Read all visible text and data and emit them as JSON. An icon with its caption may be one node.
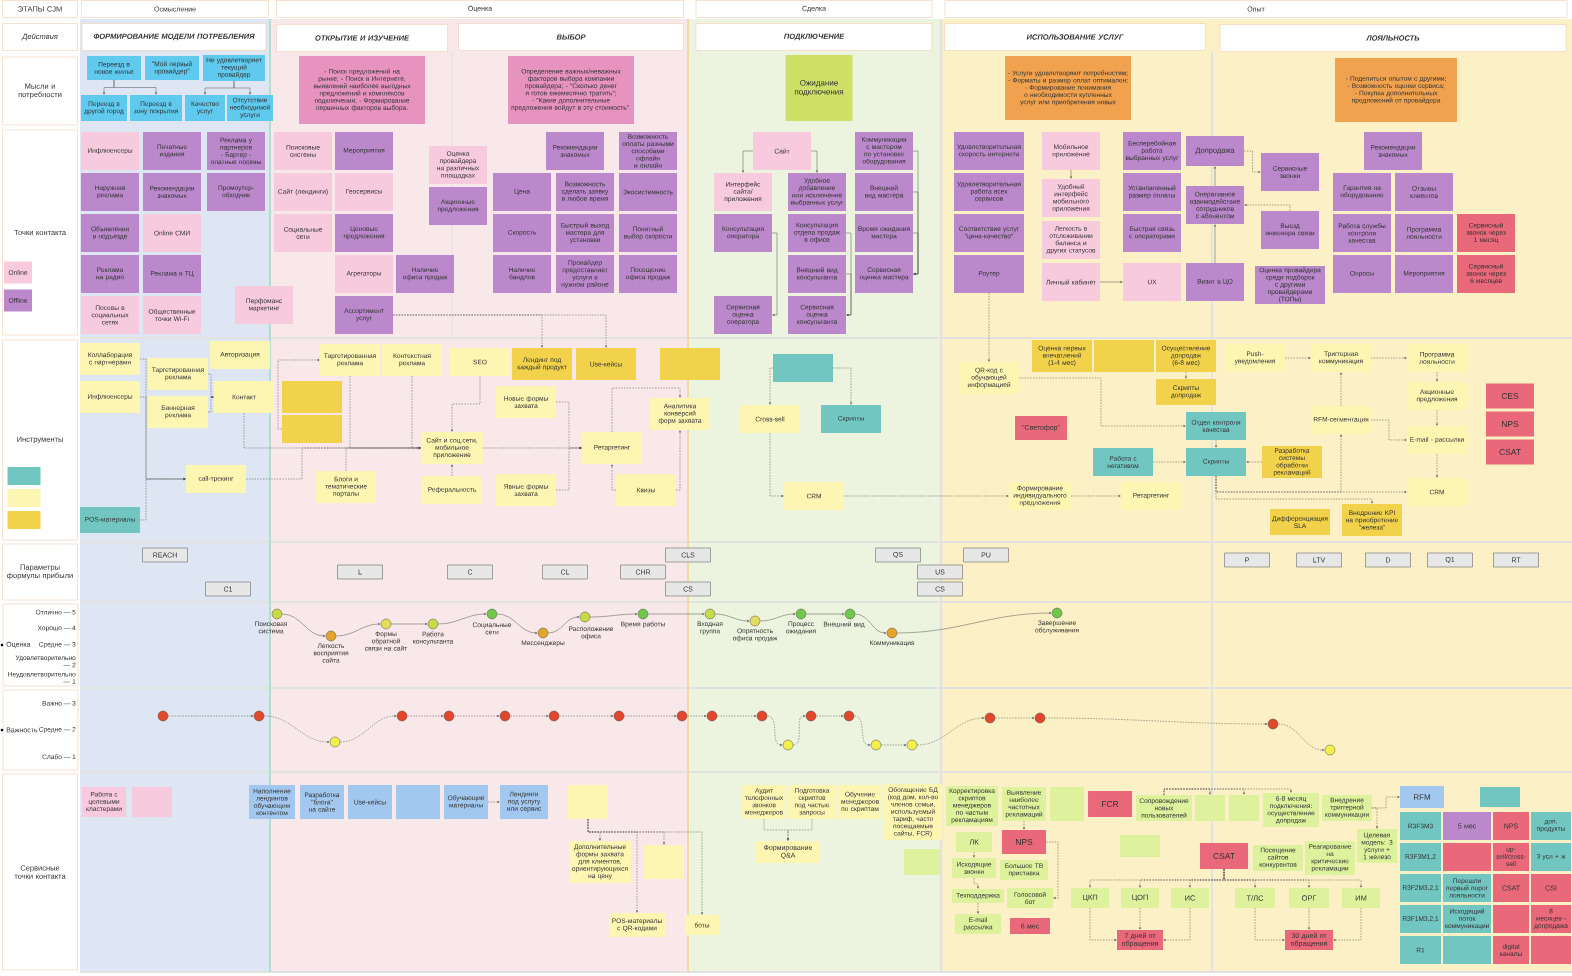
{
  "diagram": {
    "nodes": [
      {
        "text": [
          "ЭТАПЫ CJM"
        ]
      },
      {
        "text": [
          "Осмысление"
        ]
      },
      {
        "text": [
          "Оценка"
        ]
      },
      {
        "text": [
          "Сделка"
        ]
      },
      {
        "text": [
          "Опыт"
        ]
      },
      {
        "text": [
          "Действия"
        ]
      },
      {
        "text": [
          "ФОРМИРОВАНИЕ МОДЕЛИ ПОТРЕБЛЕНИЯ"
        ]
      },
      {
        "text": [
          "ОТКРЫТИЕ И ИЗУЧЕНИЕ"
        ]
      },
      {
        "text": [
          "ВЫБОР"
        ]
      },
      {
        "text": [
          "ПОДКЛЮЧЕНИЕ"
        ]
      },
      {
        "text": [
          "ИСПОЛЬЗОВАНИЕ УСЛУГ"
        ]
      },
      {
        "text": [
          "ЛОЯЛЬНОСТЬ"
        ]
      },
      {
        "text": [
          "Мысли и потребности"
        ]
      },
      {
        "text": [
          "Точки контакта"
        ]
      },
      {
        "text": [
          "Online"
        ],
        "in": 13
      },
      {
        "text": [
          "Offline"
        ],
        "in": 13
      },
      {
        "text": [
          "Инструменты"
        ]
      },
      {
        "text": [],
        "shape": "box",
        "in": 16
      },
      {
        "text": [],
        "shape": "box",
        "in": 16
      },
      {
        "text": [],
        "shape": "box",
        "in": 16
      },
      {
        "text": [
          "Параметры формулы прибыли"
        ]
      },
      {
        "text": [
          "Оценка",
          "Отлично — 5",
          "Хорошо — 4",
          "Средне — 3",
          "Удовлетворительно — 2",
          "Неудовлетворительно — 1"
        ]
      },
      {
        "text": [
          "Важность",
          "Важно — 3",
          "Средне — 2",
          "Слабо — 1"
        ]
      },
      {
        "text": [
          "Сервисные точки контакта"
        ]
      },
      {
        "text": [
          "Переезд в новое жилье"
        ]
      },
      {
        "text": [
          "\"Мой первый провайдер\""
        ]
      },
      {
        "text": [
          "Не удовлетворяет текущий провайдер"
        ]
      },
      {
        "text": [
          "Переезд в другой город"
        ]
      },
      {
        "text": [
          "Переезд в зону покрытия"
        ]
      },
      {
        "text": [
          "Качество услуг"
        ]
      },
      {
        "text": [
          "Отсутствие необходимой услуги"
        ]
      },
      {
        "text": [
          "- Поиск предложений на рынке; - Поиск в Интернете, выявлений наиболее выгодных предложений и комплексов подключения; - Формирование первичных факторов выбора."
        ]
      },
      {
        "text": [
          "Определение важных/неважных факторов выбора компании провайдера; - \"Сколько денег я готов ежемесячно тратить\"; - \"Какие дополнительные предложения войдут в эту стоимость\"."
        ]
      },
      {
        "text": [
          "Ожидание подключения"
        ]
      },
      {
        "text": [
          "- Услуги удовлетворяют потребностям; - Форматы и размер оплат оптимален; - Формирование понимания о необходимости купленных услуг или приобретения новых"
        ]
      },
      {
        "text": [
          "- Поделиться опытом с другими; - Возможность оценки сервиса; - Покупка дополнительных предложений от провайдера"
        ]
      },
      {
        "text": [
          "Инфлюенсеры"
        ]
      },
      {
        "text": [
          "Печатные издания"
        ]
      },
      {
        "text": [
          "Реклама у партнеров - Бартер - платные посевы"
        ]
      },
      {
        "text": [
          "Наружная реклама"
        ]
      },
      {
        "text": [
          "Рекомендации знакомых"
        ]
      },
      {
        "text": [
          "Промоутер-обходчик"
        ]
      },
      {
        "text": [
          "Объявления в подъезде"
        ]
      },
      {
        "text": [
          "Online СМИ"
        ]
      },
      {
        "text": [
          "Реклама на радио"
        ]
      },
      {
        "text": [
          "Реклама в ТЦ"
        ]
      },
      {
        "text": [
          "Посевы в социальных сетях"
        ]
      },
      {
        "text": [
          "Общественные точки Wi-Fi"
        ]
      },
      {
        "text": [
          "Перфоманс маркетинг"
        ]
      },
      {
        "text": [
          "Поисковые системы"
        ]
      },
      {
        "text": [
          "Мероприятия"
        ]
      },
      {
        "text": [
          "Сайт (лендинги)"
        ]
      },
      {
        "text": [
          "Геосервисы"
        ]
      },
      {
        "text": [
          "Социальные сети"
        ]
      },
      {
        "text": [
          "Ценовые предложения"
        ]
      },
      {
        "text": [
          "Агрегаторы"
        ]
      },
      {
        "text": [
          "Наличие офиса продаж"
        ]
      },
      {
        "text": [
          "Ассортимент услуг"
        ]
      },
      {
        "text": [
          "Оценка провайдера на различных площадках"
        ]
      },
      {
        "text": [
          "Акционные предложения"
        ]
      },
      {
        "text": [
          "Рекомендации знакомых"
        ]
      },
      {
        "text": [
          "Цена"
        ]
      },
      {
        "text": [
          "Скорость"
        ]
      },
      {
        "text": [
          "Наличие бандлов"
        ]
      },
      {
        "text": [
          "Возможность сделать заявку в любое время"
        ]
      },
      {
        "text": [
          "Быстрый выход мастера для установки"
        ]
      },
      {
        "text": [
          "Провайдер предоставляет услуги в нужном районе"
        ]
      },
      {
        "text": [
          "Возможность оплаты разными способами офлайн и онлайн"
        ]
      },
      {
        "text": [
          "Экосистемность"
        ]
      },
      {
        "text": [
          "Понятный выбор скорости"
        ]
      },
      {
        "text": [
          "Посещение офиса продаж"
        ]
      },
      {
        "text": [
          "Сайт"
        ]
      },
      {
        "text": [
          "Интерфейс сайта/ приложения"
        ]
      },
      {
        "text": [
          "Удобное добавление или исключение выбранных услуг"
        ]
      },
      {
        "text": [
          "Консультация оператора"
        ]
      },
      {
        "text": [
          "Консультация отдела продаж в офисе"
        ]
      },
      {
        "text": [
          "Внешний вид консультанта"
        ]
      },
      {
        "text": [
          "Сервисная оценка оператора"
        ]
      },
      {
        "text": [
          "Сервисная оценка консультанта"
        ]
      },
      {
        "text": [
          "Коммуникация с мастером по установке оборудования"
        ]
      },
      {
        "text": [
          "Внешний вид мастера"
        ]
      },
      {
        "text": [
          "Время ожидания мастера"
        ]
      },
      {
        "text": [
          "Сервисная оценка мастера"
        ]
      },
      {
        "text": [
          "Удовлетворительная скорость интернета"
        ]
      },
      {
        "text": [
          "Удовлетворительная работа всех сервисов"
        ]
      },
      {
        "text": [
          "Соответствие услуг \"цена-качество\""
        ]
      },
      {
        "text": [
          "Роутер"
        ]
      },
      {
        "text": [
          "Мобильное приложение"
        ]
      },
      {
        "text": [
          "Удобный интерфейс мобильного приложения"
        ]
      },
      {
        "text": [
          "Легкость в отслеживании баланса и других статусов"
        ]
      },
      {
        "text": [
          "Личный кабинет"
        ]
      },
      {
        "text": [
          "Бесперебойная работа выбранных услуг"
        ]
      },
      {
        "text": [
          "Установленный размер оплаты"
        ]
      },
      {
        "text": [
          "Быстрая связь с операторами"
        ]
      },
      {
        "text": [
          "UX"
        ]
      },
      {
        "text": [
          "Допродажа"
        ]
      },
      {
        "text": [
          "Оперативное взаимодействие сотрудников с абонентом"
        ]
      },
      {
        "text": [
          "Визит в ЦО"
        ]
      },
      {
        "text": [
          "Сервисные звонки"
        ]
      },
      {
        "text": [
          "Выезд инженера связи"
        ]
      },
      {
        "text": [
          "Оценка провайдера среди подборок с другими провайдерами (ТОПы)"
        ]
      },
      {
        "text": [
          "Рекомендации знакомых"
        ]
      },
      {
        "text": [
          "Гарантия на оборудование"
        ]
      },
      {
        "text": [
          "Отзывы клиентов"
        ]
      },
      {
        "text": [
          "Работа службы контроля качества"
        ]
      },
      {
        "text": [
          "Программа лояльности"
        ]
      },
      {
        "text": [
          "Опросы"
        ]
      },
      {
        "text": [
          "Мероприятия"
        ]
      },
      {
        "text": [
          "Сервисный звонок через 1 месяц"
        ]
      },
      {
        "text": [
          "Сервисный звонок через 6 месяцев"
        ]
      },
      {
        "text": [
          "Коллаборация с партнерами"
        ]
      },
      {
        "text": [
          "Инфлюенсеры"
        ]
      },
      {
        "text": [
          "POS-материалы"
        ]
      },
      {
        "text": [
          "Таргетированная реклама"
        ]
      },
      {
        "text": [
          "Баннерная реклама"
        ]
      },
      {
        "text": [
          "Авторизация"
        ]
      },
      {
        "text": [
          "Контакт"
        ]
      },
      {
        "text": [
          "call-трекинг"
        ]
      },
      {
        "text": [],
        "shape": "box"
      },
      {
        "text": [],
        "shape": "box"
      },
      {
        "text": [
          "Таргетированная реклама"
        ]
      },
      {
        "text": [
          "Контекстная реклама"
        ]
      },
      {
        "text": [
          "SEO"
        ]
      },
      {
        "text": [
          "Сайт и соц.сети, мобильное приложение"
        ]
      },
      {
        "text": [
          "Блоги и тематические порталы"
        ]
      },
      {
        "text": [
          "Реферальность"
        ]
      },
      {
        "text": [
          "Лендинг под каждый продукт"
        ]
      },
      {
        "text": [
          "Use-кейсы"
        ]
      },
      {
        "text": [],
        "shape": "box"
      },
      {
        "text": [
          "Новые формы захвата"
        ]
      },
      {
        "text": [
          "Явные формы захвата"
        ]
      },
      {
        "text": [
          "Ретаргетинг"
        ]
      },
      {
        "text": [
          "Аналитика конверсий форм захвата"
        ]
      },
      {
        "text": [
          "Квизы"
        ]
      },
      {
        "text": [],
        "shape": "box"
      },
      {
        "text": [
          "Cross-sell"
        ]
      },
      {
        "text": [
          "Скрипты"
        ]
      },
      {
        "text": [
          "CRM"
        ]
      },
      {
        "text": [
          "QR-код с обучающей информацией"
        ]
      },
      {
        "text": [
          "Оценка первых впечатлений (1-4 мес)"
        ]
      },
      {
        "text": [],
        "shape": "box"
      },
      {
        "text": [
          "Осуществление допродаж (6-8 мес)"
        ]
      },
      {
        "text": [
          "Скрипты допродаж"
        ]
      },
      {
        "text": [
          "\"Светофор\""
        ]
      },
      {
        "text": [
          "Отдел контроля качества"
        ]
      },
      {
        "text": [
          "Работа с негативом"
        ]
      },
      {
        "text": [
          "Скрипты"
        ]
      },
      {
        "text": [
          "Разработка системы обработки рекламаций"
        ]
      },
      {
        "text": [
          "Формирование индивидуального предложения"
        ]
      },
      {
        "text": [
          "Ретаргетинг"
        ]
      },
      {
        "text": [
          "Дифференциация SLA"
        ]
      },
      {
        "text": [
          "Внедрение KPI на приобретение \"железа\""
        ]
      },
      {
        "text": [
          "Push-уведомления"
        ]
      },
      {
        "text": [
          "Триггерная коммуникация"
        ]
      },
      {
        "text": [
          "Программа лояльности"
        ]
      },
      {
        "text": [
          "Акционные предложения"
        ]
      },
      {
        "text": [
          "RFM-сегментация"
        ]
      },
      {
        "text": [
          "E-mail - рассылки"
        ]
      },
      {
        "text": [
          "CRM"
        ]
      },
      {
        "text": [
          "CES"
        ]
      },
      {
        "text": [
          "NPS"
        ]
      },
      {
        "text": [
          "CSAT"
        ]
      },
      {
        "text": [
          "REACH"
        ]
      },
      {
        "text": [
          "C1"
        ]
      },
      {
        "text": [
          "L"
        ]
      },
      {
        "text": [
          "C"
        ]
      },
      {
        "text": [
          "CL"
        ]
      },
      {
        "text": [
          "CHR"
        ]
      },
      {
        "text": [
          "CLS"
        ]
      },
      {
        "text": [
          "CS"
        ]
      },
      {
        "text": [
          "QS"
        ]
      },
      {
        "text": [
          "US"
        ]
      },
      {
        "text": [
          "CS"
        ]
      },
      {
        "text": [
          "PU"
        ]
      },
      {
        "text": [
          "P"
        ]
      },
      {
        "text": [
          "LTV"
        ]
      },
      {
        "text": [
          "D"
        ]
      },
      {
        "text": [
          "Q1"
        ]
      },
      {
        "text": [
          "RT"
        ]
      },
      {
        "text": [],
        "shape": "circle",
        "beside": [
          "Поисковая система"
        ]
      },
      {
        "text": [],
        "shape": "circle",
        "beside": [
          "Легкость восприятия сайта"
        ]
      },
      {
        "text": [],
        "shape": "circle",
        "beside": [
          "Формы обратной связи на сайт"
        ]
      },
      {
        "text": [],
        "shape": "circle",
        "beside": [
          "Работа консультанта"
        ]
      },
      {
        "text": [],
        "shape": "circle",
        "beside": [
          "Социальные сети"
        ]
      },
      {
        "text": [],
        "shape": "circle",
        "beside": [
          "Мессенджеры"
        ]
      },
      {
        "text": [],
        "shape": "circle",
        "beside": [
          "Расположение офиса"
        ]
      },
      {
        "text": [],
        "shape": "circle",
        "beside": [
          "Время работы"
        ]
      },
      {
        "text": [],
        "shape": "circle",
        "beside": [
          "Входная группа"
        ]
      },
      {
        "text": [],
        "shape": "circle",
        "beside": [
          "Опрятность офиса продаж"
        ]
      },
      {
        "text": [],
        "shape": "circle",
        "beside": [
          "Процесс ожидания"
        ]
      },
      {
        "text": [],
        "shape": "circle",
        "beside": [
          "Внешний вид"
        ]
      },
      {
        "text": [],
        "shape": "circle",
        "beside": [
          "Коммуникация"
        ]
      },
      {
        "text": [],
        "shape": "circle",
        "beside": [
          "Завершение обслуживания"
        ]
      },
      {
        "text": [],
        "shape": "circle"
      },
      {
        "text": [],
        "shape": "circle"
      },
      {
        "text": [],
        "shape": "circle"
      },
      {
        "text": [],
        "shape": "circle"
      },
      {
        "text": [],
        "shape": "circle"
      },
      {
        "text": [],
        "shape": "circle"
      },
      {
        "text": [],
        "shape": "circle"
      },
      {
        "text": [],
        "shape": "circle"
      },
      {
        "text": [],
        "shape": "circle"
      },
      {
        "text": [],
        "shape": "circle"
      },
      {
        "text": [],
        "shape": "circle"
      },
      {
        "text": [],
        "shape": "circle"
      },
      {
        "text": [],
        "shape": "circle"
      },
      {
        "text": [],
        "shape": "circle"
      },
      {
        "text": [],
        "shape": "circle"
      },
      {
        "text": [],
        "shape": "circle"
      },
      {
        "text": [],
        "shape": "circle"
      },
      {
        "text": [],
        "shape": "circle"
      },
      {
        "text": [],
        "shape": "circle"
      },
      {
        "text": [],
        "shape": "circle"
      },
      {
        "text": [
          "Работа с целевыми кластерами"
        ]
      },
      {
        "text": [],
        "shape": "box"
      },
      {
        "text": [
          "Наполнение лендингов обучающим контентом"
        ]
      },
      {
        "text": [
          "Разработка \"блога\" на сайте"
        ]
      },
      {
        "text": [
          "Use-кейсы"
        ]
      },
      {
        "text": [],
        "shape": "box"
      },
      {
        "text": [
          "Обучающие материалы"
        ]
      },
      {
        "text": [
          "Лендинги под услугу или сервис"
        ]
      },
      {
        "text": [],
        "shape": "box"
      },
      {
        "text": [
          "Дополнительные формы захвата для клиентов, ориентирующихся на цену"
        ]
      },
      {
        "text": [],
        "shape": "box"
      },
      {
        "text": [
          "POS-материалы с QR-кодами"
        ]
      },
      {
        "text": [
          "боты"
        ]
      },
      {
        "text": [
          "Аудит телефонных звонков менеджеров"
        ]
      },
      {
        "text": [
          "Подготовка скриптов под частые запросы"
        ]
      },
      {
        "text": [
          "Обучение менеджеров по скриптам"
        ]
      },
      {
        "text": [
          "Формирование Q&A"
        ]
      },
      {
        "text": [
          "Обогащение БД (код дом, кол-во членов семьи, используемый тариф, часто посещаемые сайты, FCR)"
        ]
      },
      {
        "text": [],
        "shape": "box"
      },
      {
        "text": [
          "Корректировка скриптов менеджеров по частым рекламациям"
        ]
      },
      {
        "text": [
          "Выявление наиболее частотных рекламаций"
        ]
      },
      {
        "text": [],
        "shape": "box"
      },
      {
        "text": [
          "FCR"
        ]
      },
      {
        "text": [
          "ЛК"
        ]
      },
      {
        "text": [
          "NPS"
        ]
      },
      {
        "text": [
          "Исходящие звонки"
        ]
      },
      {
        "text": [
          "Большое ТВ приставка"
        ]
      },
      {
        "text": [
          "Техподдержка"
        ]
      },
      {
        "text": [
          "Голосовой бот"
        ]
      },
      {
        "text": [
          "E-mail рассылка"
        ]
      },
      {
        "text": [
          "6 мес"
        ]
      },
      {
        "text": [
          "Сопровождение новых пользователей"
        ]
      },
      {
        "text": [],
        "shape": "box"
      },
      {
        "text": [],
        "shape": "box"
      },
      {
        "text": [
          "6-8 месяц подключения: осуществление допродаж"
        ]
      },
      {
        "text": [
          "Внедрение триггерной коммуникации"
        ]
      },
      {
        "text": [],
        "shape": "box"
      },
      {
        "text": [
          "CSAT"
        ]
      },
      {
        "text": [
          "Посещение сайтов конкурентов"
        ]
      },
      {
        "text": [
          "Реагирование на критические рекламации"
        ]
      },
      {
        "text": [
          "Целевая модель: 3 услуги + 1 железо"
        ]
      },
      {
        "text": [
          "ЦКП"
        ]
      },
      {
        "text": [
          "ЦОП"
        ]
      },
      {
        "text": [
          "ИС"
        ]
      },
      {
        "text": [
          "Т/ЛС"
        ]
      },
      {
        "text": [
          "ОРГ"
        ]
      },
      {
        "text": [
          "ИМ"
        ]
      },
      {
        "text": [
          "7 дней от обращения"
        ]
      },
      {
        "text": [
          "30 дней от обращения"
        ]
      },
      {
        "text": [
          "RFM"
        ]
      },
      {
        "text": [],
        "shape": "box"
      },
      {
        "text": [
          "R3F3M3"
        ]
      },
      {
        "text": [
          "5 мес"
        ]
      },
      {
        "text": [
          "NPS"
        ]
      },
      {
        "text": [
          "доп. продукты"
        ]
      },
      {
        "text": [
          "R3F3M1,2"
        ]
      },
      {
        "text": [],
        "shape": "box"
      },
      {
        "text": [
          "up-sell/cross-sell"
        ]
      },
      {
        "text": [
          "3 усл + ж"
        ]
      },
      {
        "text": [
          "R3F2M3,2,1"
        ]
      },
      {
        "text": [
          "Перешли первый порог лояльности"
        ]
      },
      {
        "text": [
          "CSAT"
        ]
      },
      {
        "text": [
          "CSI"
        ]
      },
      {
        "text": [
          "R3F1M3,2,1"
        ]
      },
      {
        "text": [
          "Исходящий поток коммуникации"
        ]
      },
      {
        "text": [],
        "shape": "box"
      },
      {
        "text": [
          "8 месяцев - допродажа"
        ]
      },
      {
        "text": [
          "R1"
        ]
      },
      {
        "text": [],
        "shape": "box"
      },
      {
        "text": [
          "digital каналы"
        ]
      },
      {
        "text": [],
        "shape": "box"
      }
    ],
    "edges": [
      {
        "from": 24,
        "to": 27,
        "arrow": "to"
      },
      {
        "from": 24,
        "to": 28,
        "arrow": "to"
      },
      {
        "from": 26,
        "to": 29,
        "arrow": "to"
      },
      {
        "from": 26,
        "to": 30,
        "arrow": "to"
      },
      {
        "from": 71,
        "to": 72,
        "arrow": "to"
      },
      {
        "from": 71,
        "to": 73,
        "arrow": "to"
      },
      {
        "from": 74,
        "to": 77,
        "arrow": "to"
      },
      {
        "from": 75,
        "to": 78,
        "arrow": "to"
      },
      {
        "from": 76,
        "to": 78,
        "arrow": "to"
      },
      {
        "from": 79,
        "to": 82,
        "arrow": "to"
      },
      {
        "from": 80,
        "to": 82,
        "arrow": "to"
      },
      {
        "from": 81,
        "to": 82,
        "arrow": "to"
      },
      {
        "from": 87,
        "to": 88,
        "arrow": "to"
      },
      {
        "from": 90,
        "to": 94,
        "arrow": "to"
      },
      {
        "from": 97,
        "to": 96,
        "arrow": "to"
      },
      {
        "from": 96,
        "to": 95,
        "arrow": "to"
      },
      {
        "from": 95,
        "to": 98,
        "arrow": "to",
        "style": "dashed"
      },
      {
        "from": 99,
        "to": 96,
        "arrow": "to",
        "style": "dashed"
      },
      {
        "from": 57,
        "to": 126,
        "arrow": "to",
        "style": "dashed"
      },
      {
        "from": 57,
        "to": 127,
        "arrow": "to",
        "style": "dashed"
      },
      {
        "from": 110,
        "to": 117,
        "arrow": "to",
        "style": "dashed"
      },
      {
        "from": 111,
        "to": 117,
        "arrow": "to",
        "style": "dashed"
      },
      {
        "from": 112,
        "to": 117,
        "arrow": "to",
        "style": "dashed"
      },
      {
        "from": 113,
        "to": 116,
        "arrow": "to",
        "style": "dashed"
      },
      {
        "from": 114,
        "to": 116,
        "arrow": "to",
        "style": "dashed"
      },
      {
        "from": 116,
        "to": 123,
        "arrow": "to",
        "style": "dashed"
      },
      {
        "from": 117,
        "to": 123,
        "arrow": "to",
        "style": "dashed"
      },
      {
        "from": 119,
        "to": 120,
        "arrow": "to",
        "style": "dashed"
      },
      {
        "from": 120,
        "to": 123,
        "arrow": "to",
        "style": "dashed"
      },
      {
        "from": 121,
        "to": 123,
        "arrow": "to",
        "style": "dashed"
      },
      {
        "from": 122,
        "to": 123,
        "arrow": "to",
        "style": "dashed"
      },
      {
        "from": 124,
        "to": 123,
        "arrow": "to",
        "style": "dashed"
      },
      {
        "from": 125,
        "to": 123,
        "arrow": "to",
        "style": "dashed"
      },
      {
        "from": 123,
        "to": 131,
        "arrow": "to",
        "style": "dashed"
      },
      {
        "from": 129,
        "to": 131,
        "arrow": "to",
        "style": "dashed"
      },
      {
        "from": 130,
        "to": 131,
        "arrow": "to",
        "style": "dashed"
      },
      {
        "from": 131,
        "to": 132,
        "arrow": "to",
        "style": "dashed"
      },
      {
        "from": 133,
        "to": 131,
        "arrow": "to",
        "style": "dashed"
      },
      {
        "from": 133,
        "to": 132,
        "arrow": "to",
        "style": "dashed"
      },
      {
        "from": 134,
        "to": 135,
        "arrow": "to",
        "style": "dashed"
      },
      {
        "from": 134,
        "to": 136,
        "arrow": "to",
        "style": "dashed"
      },
      {
        "from": 135,
        "to": 137,
        "arrow": "to",
        "style": "dashed"
      },
      {
        "from": 137,
        "to": 148,
        "arrow": "to",
        "style": "dashed"
      },
      {
        "from": 86,
        "to": 138,
        "arrow": "to",
        "style": "dashed"
      },
      {
        "from": 138,
        "to": 144,
        "arrow": "to",
        "style": "dashed"
      },
      {
        "from": 141,
        "to": 142,
        "arrow": "to",
        "style": "dashed"
      },
      {
        "from": 144,
        "to": 146,
        "arrow": "to",
        "style": "dashed"
      },
      {
        "from": 145,
        "to": 146,
        "arrow": "to",
        "style": "dashed"
      },
      {
        "from": 147,
        "to": 146,
        "arrow": "to",
        "style": "dashed"
      },
      {
        "from": 148,
        "to": 149,
        "arrow": "to",
        "style": "dashed"
      },
      {
        "from": 146,
        "to": 158,
        "arrow": "to",
        "style": "dashed"
      },
      {
        "from": 146,
        "to": 151,
        "arrow": "to",
        "style": "dashed"
      },
      {
        "from": 146,
        "to": 156,
        "arrow": "to",
        "style": "dashed"
      },
      {
        "from": 152,
        "to": 153,
        "arrow": "to",
        "style": "dashed"
      },
      {
        "from": 153,
        "to": 154,
        "arrow": "to",
        "style": "dashed"
      },
      {
        "from": 156,
        "to": 153,
        "arrow": "to",
        "style": "dashed"
      },
      {
        "from": 154,
        "to": 155,
        "arrow": "to",
        "style": "dashed"
      },
      {
        "from": 155,
        "to": 157,
        "arrow": "to",
        "style": "dashed"
      },
      {
        "from": 157,
        "to": 158,
        "arrow": "to",
        "style": "dashed"
      },
      {
        "from": 156,
        "to": 157,
        "arrow": "to",
        "style": "dashed"
      },
      {
        "from": 221,
        "to": 222,
        "arrow": "to",
        "style": "dashed"
      },
      {
        "from": 221,
        "to": 223,
        "arrow": "to",
        "style": "dashed"
      },
      {
        "from": 221,
        "to": 224,
        "arrow": "to",
        "style": "dashed"
      },
      {
        "from": 221,
        "to": 225,
        "arrow": "to",
        "style": "dashed"
      },
      {
        "from": 226,
        "to": 229,
        "arrow": "to",
        "style": "dashed"
      },
      {
        "from": 227,
        "to": 229,
        "arrow": "to",
        "style": "dashed"
      },
      {
        "from": 244,
        "to": 245,
        "arrow": "to",
        "style": "dashed"
      },
      {
        "from": 244,
        "to": 246,
        "arrow": "to",
        "style": "dashed"
      },
      {
        "from": 244,
        "to": 247,
        "arrow": "to",
        "style": "dashed"
      },
      {
        "from": 248,
        "to": 253,
        "arrow": "to",
        "style": "dashed"
      },
      {
        "from": 248,
        "to": 262,
        "arrow": "to",
        "style": "dashed"
      },
      {
        "from": 250,
        "to": 254,
        "arrow": "to",
        "style": "dashed"
      },
      {
        "from": 250,
        "to": 255,
        "arrow": "to",
        "style": "dashed"
      },
      {
        "from": 250,
        "to": 256,
        "arrow": "to",
        "style": "dashed"
      },
      {
        "from": 250,
        "to": 257,
        "arrow": "to",
        "style": "dashed"
      },
      {
        "from": 250,
        "to": 258,
        "arrow": "to",
        "style": "dashed"
      },
      {
        "from": 250,
        "to": 259,
        "arrow": "to",
        "style": "dashed"
      },
      {
        "from": 254,
        "to": 260,
        "arrow": "to",
        "style": "dashed"
      },
      {
        "from": 255,
        "to": 260,
        "arrow": "to",
        "style": "dashed"
      },
      {
        "from": 256,
        "to": 260,
        "arrow": "to",
        "style": "dashed"
      },
      {
        "from": 257,
        "to": 261,
        "arrow": "to",
        "style": "dashed"
      },
      {
        "from": 258,
        "to": 261,
        "arrow": "to",
        "style": "dashed"
      },
      {
        "from": 259,
        "to": 261,
        "arrow": "to",
        "style": "dashed"
      },
      {
        "from": 236,
        "to": 238,
        "arrow": "to",
        "style": "dashed"
      },
      {
        "from": 238,
        "to": 240,
        "arrow": "to",
        "style": "dashed"
      },
      {
        "from": 240,
        "to": 242,
        "arrow": "to",
        "style": "dashed"
      },
      {
        "from": 233,
        "to": 237,
        "arrow": "to",
        "style": "dashed"
      },
      {
        "from": 237,
        "to": 241,
        "arrow": "to",
        "style": "dashed"
      },
      {
        "from": 219,
        "to": 220,
        "arrow": "to",
        "style": "dashed"
      },
      {
        "from": 179,
        "to": 180,
        "arrow": "to"
      },
      {
        "from": 180,
        "to": 181,
        "arrow": "to"
      },
      {
        "from": 181,
        "to": 182,
        "arrow": "to"
      },
      {
        "from": 182,
        "to": 183,
        "arrow": "to"
      },
      {
        "from": 183,
        "to": 184,
        "arrow": "to"
      },
      {
        "from": 184,
        "to": 185,
        "arrow": "to"
      },
      {
        "from": 185,
        "to": 186,
        "arrow": "to"
      },
      {
        "from": 186,
        "to": 187,
        "arrow": "to"
      },
      {
        "from": 187,
        "to": 188,
        "arrow": "to"
      },
      {
        "from": 188,
        "to": 189,
        "arrow": "to"
      },
      {
        "from": 189,
        "to": 190,
        "arrow": "to"
      },
      {
        "from": 190,
        "to": 191,
        "arrow": "to"
      },
      {
        "from": 191,
        "to": 192,
        "arrow": "to"
      },
      {
        "from": 193,
        "to": 194,
        "arrow": "to",
        "style": "dashed"
      },
      {
        "from": 194,
        "to": 195,
        "arrow": "to",
        "style": "dashed"
      },
      {
        "from": 195,
        "to": 196,
        "arrow": "to",
        "style": "dashed"
      },
      {
        "from": 196,
        "to": 197,
        "arrow": "to",
        "style": "dashed"
      },
      {
        "from": 197,
        "to": 198,
        "arrow": "to",
        "style": "dashed"
      },
      {
        "from": 198,
        "to": 199,
        "arrow": "to",
        "style": "dashed"
      },
      {
        "from": 199,
        "to": 200,
        "arrow": "to",
        "style": "dashed"
      },
      {
        "from": 200,
        "to": 201,
        "arrow": "to",
        "style": "dashed"
      },
      {
        "from": 201,
        "to": 202,
        "arrow": "to",
        "style": "dashed"
      },
      {
        "from": 202,
        "to": 203,
        "arrow": "to",
        "style": "dashed"
      },
      {
        "from": 203,
        "to": 204,
        "arrow": "to",
        "style": "dashed"
      },
      {
        "from": 204,
        "to": 205,
        "arrow": "to",
        "style": "dashed"
      },
      {
        "from": 205,
        "to": 206,
        "arrow": "to",
        "style": "dashed"
      },
      {
        "from": 206,
        "to": 207,
        "arrow": "to",
        "style": "dashed"
      },
      {
        "from": 207,
        "to": 208,
        "arrow": "to",
        "style": "dashed"
      },
      {
        "from": 208,
        "to": 209,
        "arrow": "to",
        "style": "dashed"
      },
      {
        "from": 209,
        "to": 210,
        "arrow": "to",
        "style": "dashed"
      },
      {
        "from": 210,
        "to": 211,
        "arrow": "to",
        "style": "dashed"
      },
      {
        "from": 211,
        "to": 212,
        "arrow": "to",
        "style": "dashed"
      }
    ]
  }
}
